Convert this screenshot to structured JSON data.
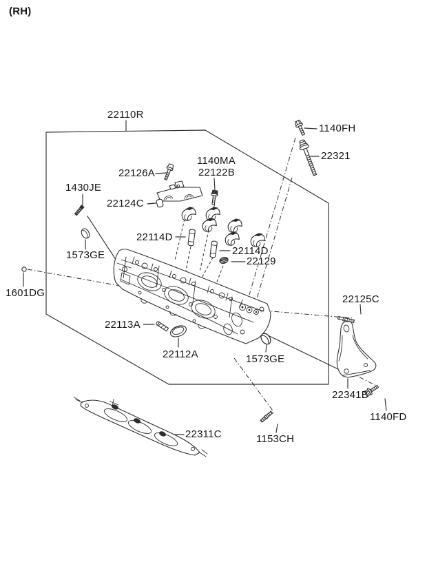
{
  "page": {
    "orientation_tag": "(RH)"
  },
  "diagram": {
    "assembly_number": "22110R",
    "colors": {
      "background": "#ffffff",
      "line": "#2e2e2e",
      "text": "#161616"
    },
    "labels": {
      "a22110R": "22110R",
      "a1140FH": "1140FH",
      "a22321": "22321",
      "a22126A": "22126A",
      "a1140MA": "1140MA",
      "a22122B": "22122B",
      "a1430JE": "1430JE",
      "a22124C": "22124C",
      "a22114D_1": "22114D",
      "a22114D_2": "22114D",
      "a22129": "22129",
      "a1573GE_1": "1573GE",
      "a1601DG": "1601DG",
      "a22113A": "22113A",
      "a22112A": "22112A",
      "a1573GE_2": "1573GE",
      "a22125C": "22125C",
      "a22341B": "22341B",
      "a1140FD": "1140FD",
      "a22311C": "22311C",
      "a1153CH": "1153CH"
    }
  }
}
